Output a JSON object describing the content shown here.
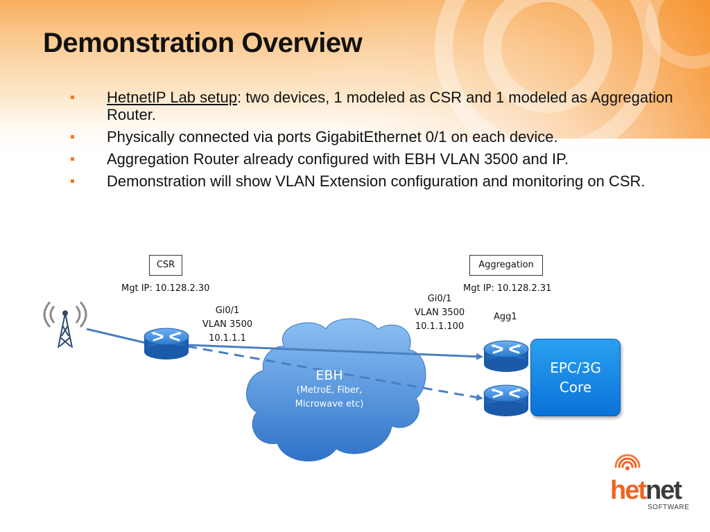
{
  "slide": {
    "title": "Demonstration Overview",
    "bullets": [
      {
        "link": "HetnetIP Lab setup",
        "text": ": two devices, 1 modeled as CSR and 1 modeled as Aggregation Router."
      },
      {
        "link": "",
        "text": "Physically connected via ports GigabitEthernet 0/1 on each device."
      },
      {
        "link": "",
        "text": "Aggregation Router already configured with EBH VLAN 3500 and IP."
      },
      {
        "link": "",
        "text": "Demonstration will show VLAN Extension configuration and monitoring on CSR."
      }
    ]
  },
  "diagram": {
    "csr": {
      "box_label": "CSR",
      "mgt_ip": "Mgt IP: 10.128.2.30",
      "port": "Gi0/1",
      "vlan": "VLAN 3500",
      "ip": "10.1.1.1"
    },
    "aggregation": {
      "box_label": "Aggregation",
      "mgt_ip": "Mgt IP: 10.128.2.31",
      "port": "Gi0/1",
      "vlan": "VLAN 3500",
      "ip": "10.1.1.100",
      "router_name": "Agg1"
    },
    "cloud": {
      "title": "EBH",
      "subtitle_line1": "(MetroE, Fiber,",
      "subtitle_line2": "Microwave etc)"
    },
    "core": {
      "line1": "EPC/3G",
      "line2": "Core"
    }
  },
  "logo": {
    "word_a": "het",
    "word_b": "net",
    "tagline": "SOFTWARE"
  },
  "colors": {
    "accent_orange": "#f0781e",
    "router_blue": "#1f6fc8",
    "cloud_blue": "#4a88d6",
    "core_blue": "#0a72d8",
    "link_blue": "#4a7fc0"
  }
}
